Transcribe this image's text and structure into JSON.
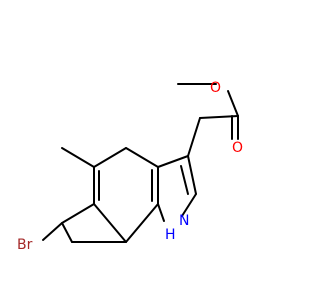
{
  "molecule": {
    "atoms": {
      "oxygen_ether": "O",
      "oxygen_carbonyl": "O",
      "bromine": "Br",
      "nitrogen": "N",
      "hydrogen_on_n": "H"
    },
    "colors": {
      "bond": "#000000",
      "oxygen": "#ff0000",
      "bromine": "#a52a2a",
      "nitrogen": "#0000ff"
    }
  }
}
